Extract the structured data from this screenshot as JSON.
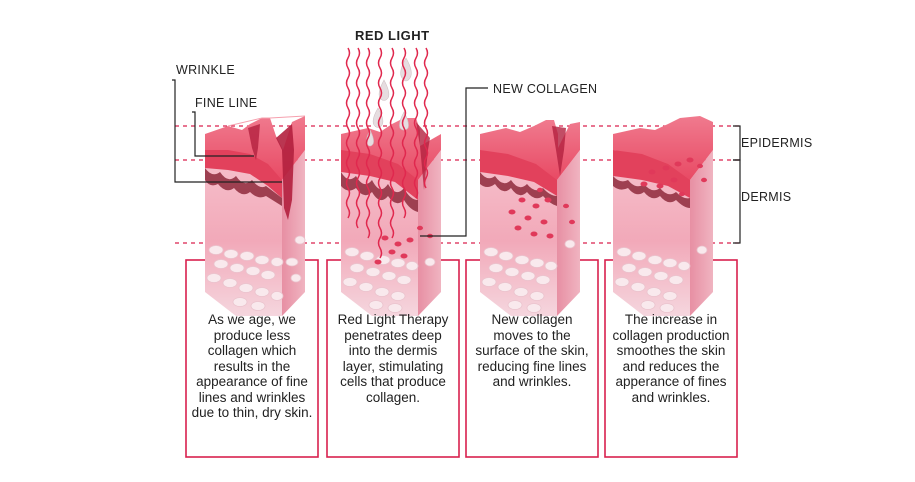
{
  "labels": {
    "wrinkle": "WRINKLE",
    "fine_line": "FINE LINE",
    "red_light": "RED LIGHT",
    "new_collagen": "NEW COLLAGEN",
    "epidermis": "EPIDERMIS",
    "dermis": "DERMIS"
  },
  "panels": [
    {
      "caption": "As we age, we produce less collagen which results in the appearance of fine lines and wrinkles due to thin, dry skin."
    },
    {
      "caption": "Red Light Therapy penetrates deep into the dermis layer, stimulating cells that produce collagen."
    },
    {
      "caption": "New collagen moves to the surface of the skin, reducing fine lines and wrinkles."
    },
    {
      "caption": "The increase in collagen production smoothes the skin and reduces the apperance of fines and wrinkles."
    }
  ],
  "colors": {
    "accent": "#d9214e",
    "epidermis": "#e8506a",
    "dermis_pink": "#f3b9c6",
    "fat_cells": "#f8e6ea",
    "frame": "#d9214e",
    "text": "#222222"
  }
}
